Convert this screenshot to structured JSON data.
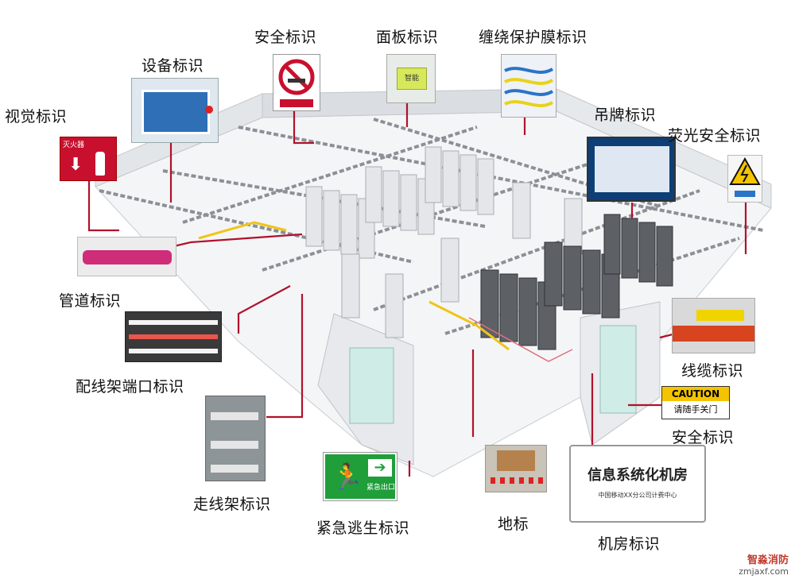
{
  "labels": {
    "visual": "视觉标识",
    "equipment": "设备标识",
    "safety_top": "安全标识",
    "panel": "面板标识",
    "cable_film": "缠绕保护膜标识",
    "hanging": "吊牌标识",
    "fluorescent": "荧光安全标识",
    "pipeline": "管道标识",
    "patch_port": "配线架端口标识",
    "cable": "线缆标识",
    "safety_right": "安全标识",
    "cable_tray": "走线架标识",
    "emergency": "紧急逃生标识",
    "floor": "地标",
    "room": "机房标识"
  },
  "signs": {
    "fire_text": "灭火器",
    "panel_text": "智能",
    "caution_title": "CAUTION",
    "caution_text": "请随手关门",
    "room_title": "信息系统化机房",
    "room_sub": "中国移动XX分公司计费中心",
    "exit_text": "紧急出口"
  },
  "watermark": {
    "name": "智淼消防",
    "url": "zmjaxf.com"
  },
  "colors": {
    "line": "#b0122b",
    "sign_red": "#c8102e",
    "exit_green": "#1f9e3a",
    "warn_yellow": "#f4c400"
  }
}
